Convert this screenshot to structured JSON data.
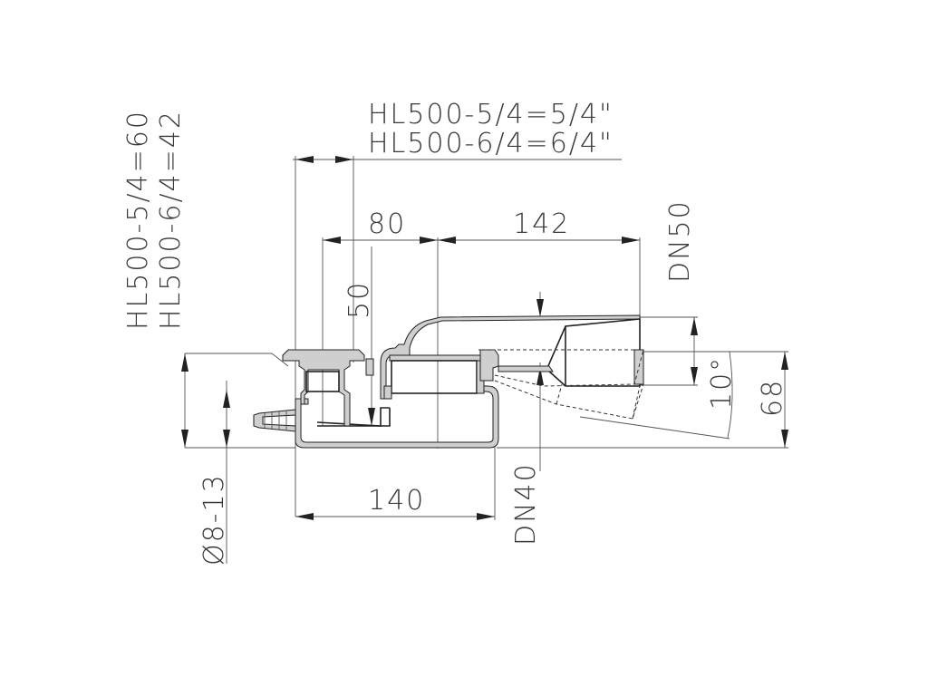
{
  "labels": {
    "thread_line_1": "HL500-5/4=5/4\"",
    "thread_line_2": "HL500-6/4=6/4\"",
    "height_line_1": "HL500-5/4=60",
    "height_line_2": "HL500-6/4=42",
    "dim_80": "80",
    "dim_142": "142",
    "dim_50": "50",
    "dim_140": "140",
    "dim_68": "68",
    "angle_10": "10°",
    "dn50": "DN50",
    "dn40": "DN40",
    "hose_diameter": "Ø8-13"
  },
  "colors": {
    "line": "#222222",
    "hatch_fill": "#cfcfcf",
    "text": "#3a3a3a"
  }
}
